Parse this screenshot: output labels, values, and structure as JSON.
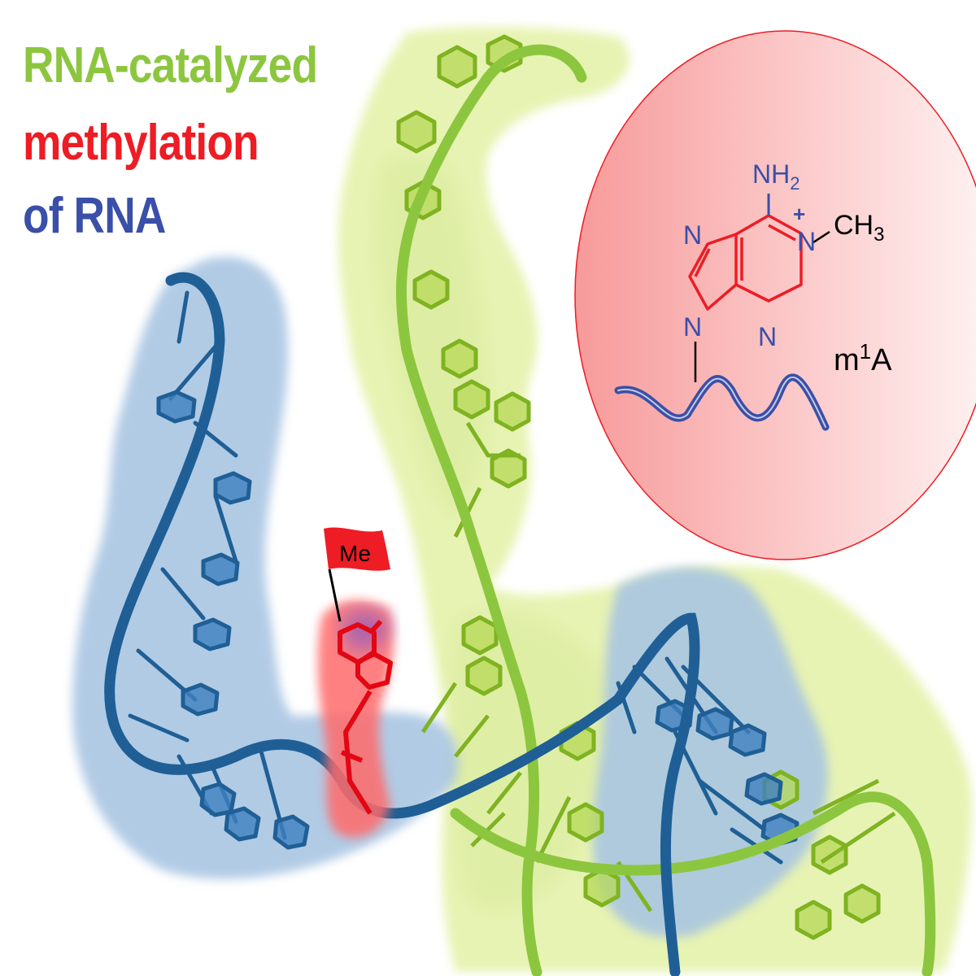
{
  "title": {
    "line1": "RNA-catalyzed",
    "line2": "methylation",
    "line3": "of RNA"
  },
  "colors": {
    "green": "#8cc63f",
    "green_dark": "#6aa51c",
    "red": "#ee1c24",
    "blue": "#3a4fa8",
    "blue_strand": "#1f5f96",
    "blue_surface": "#a9c6e3",
    "green_surface": "#e4f2a8",
    "inset_pink": "#f8a9a9"
  },
  "flag": {
    "label": "Me"
  },
  "inset": {
    "nh2": "NH",
    "nh2_sub": "2",
    "n_label": "N",
    "plus": "+",
    "ch3": "CH",
    "ch3_sub": "3",
    "m1a": "m",
    "m1a_sup": "1",
    "m1a_tail": "A"
  }
}
